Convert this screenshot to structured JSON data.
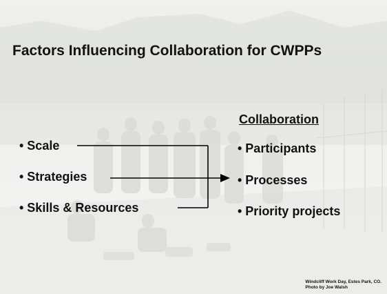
{
  "slide": {
    "title": "Factors Influencing Collaboration for CWPPs",
    "left_bullets": [
      "• Scale",
      "• Strategies",
      "• Skills & Resources"
    ],
    "right_heading": "Collaboration",
    "right_bullets": [
      "• Participants",
      "• Processes",
      "• Priority projects"
    ],
    "caption_line1": "Windcliff Work Day, Estes Park, CO.",
    "caption_line2": "Photo by Joe Walsh"
  },
  "colors": {
    "text": "#111111",
    "connector": "#000000",
    "photo_tint": "#d8dad2"
  }
}
